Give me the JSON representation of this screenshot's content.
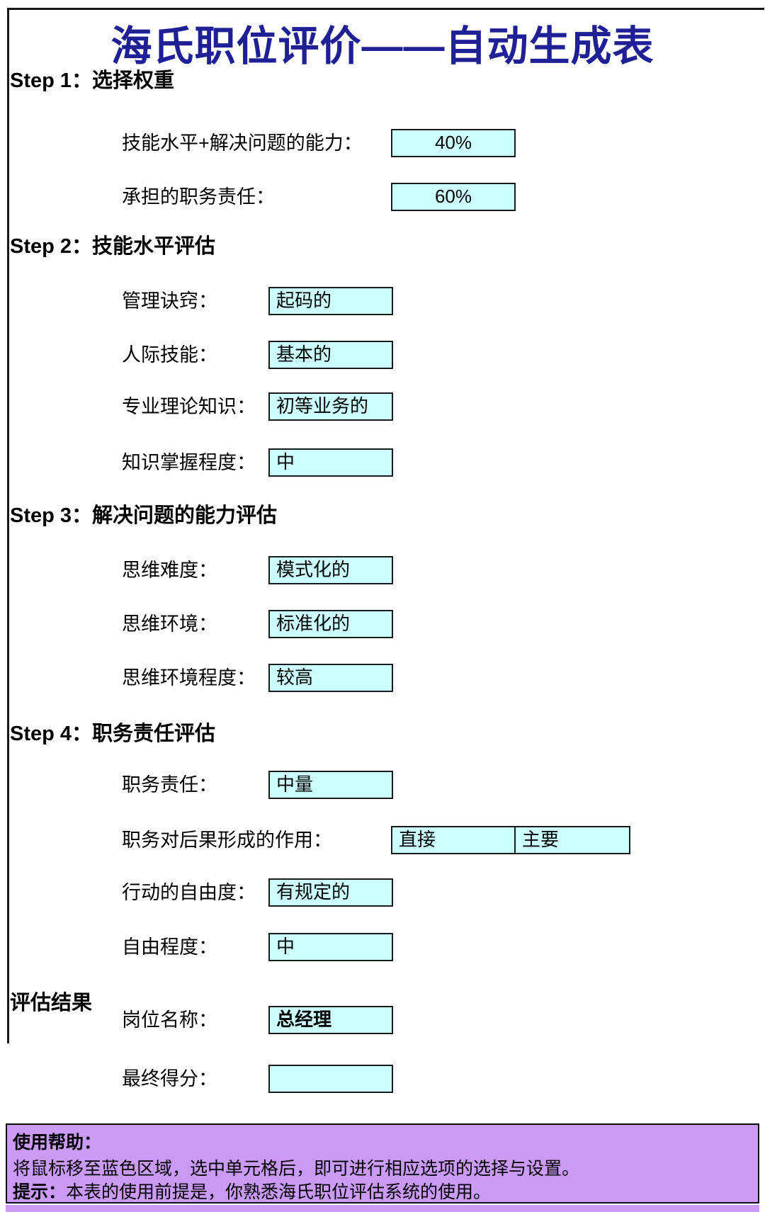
{
  "page": {
    "title": "海氏职位评价——自动生成表"
  },
  "step1": {
    "heading": "Step 1：选择权重",
    "rows": [
      {
        "label": "技能水平+解决问题的能力：",
        "value": "40%"
      },
      {
        "label": "承担的职务责任：",
        "value": "60%"
      }
    ]
  },
  "step2": {
    "heading": "Step 2：技能水平评估",
    "rows": [
      {
        "label": "管理诀窍：",
        "value": "起码的"
      },
      {
        "label": "人际技能：",
        "value": "基本的"
      },
      {
        "label": "专业理论知识：",
        "value": "初等业务的"
      },
      {
        "label": "知识掌握程度：",
        "value": "中"
      }
    ]
  },
  "step3": {
    "heading": "Step 3：解决问题的能力评估",
    "rows": [
      {
        "label": "思维难度：",
        "value": "模式化的"
      },
      {
        "label": "思维环境：",
        "value": "标准化的"
      },
      {
        "label": "思维环境程度：",
        "value": "较高"
      }
    ]
  },
  "step4": {
    "heading": "Step 4：职务责任评估",
    "rows": [
      {
        "label": "职务责任：",
        "value": "中量"
      },
      {
        "label": "职务对后果形成的作用：",
        "value1": "直接",
        "value2": "主要"
      },
      {
        "label": "行动的自由度：",
        "value": "有规定的"
      },
      {
        "label": "自由程度：",
        "value": "中"
      }
    ]
  },
  "results": {
    "heading": "评估结果",
    "rows": [
      {
        "label": "岗位名称：",
        "value": "总经理"
      },
      {
        "label": "最终得分：",
        "value": ""
      }
    ]
  },
  "help": {
    "heading": "使用帮助：",
    "instruction": "将鼠标移至蓝色区域，选中单元格后，即可进行相应选项的选择与设置。",
    "tip_label": "提示：",
    "tip_text": "本表的使用前提是，你熟悉海氏职位评估系统的使用。"
  },
  "colors": {
    "title_navy": "#1F1F96",
    "cell_cyan": "#CCFFFF",
    "help_purple": "#CA9AF5"
  }
}
